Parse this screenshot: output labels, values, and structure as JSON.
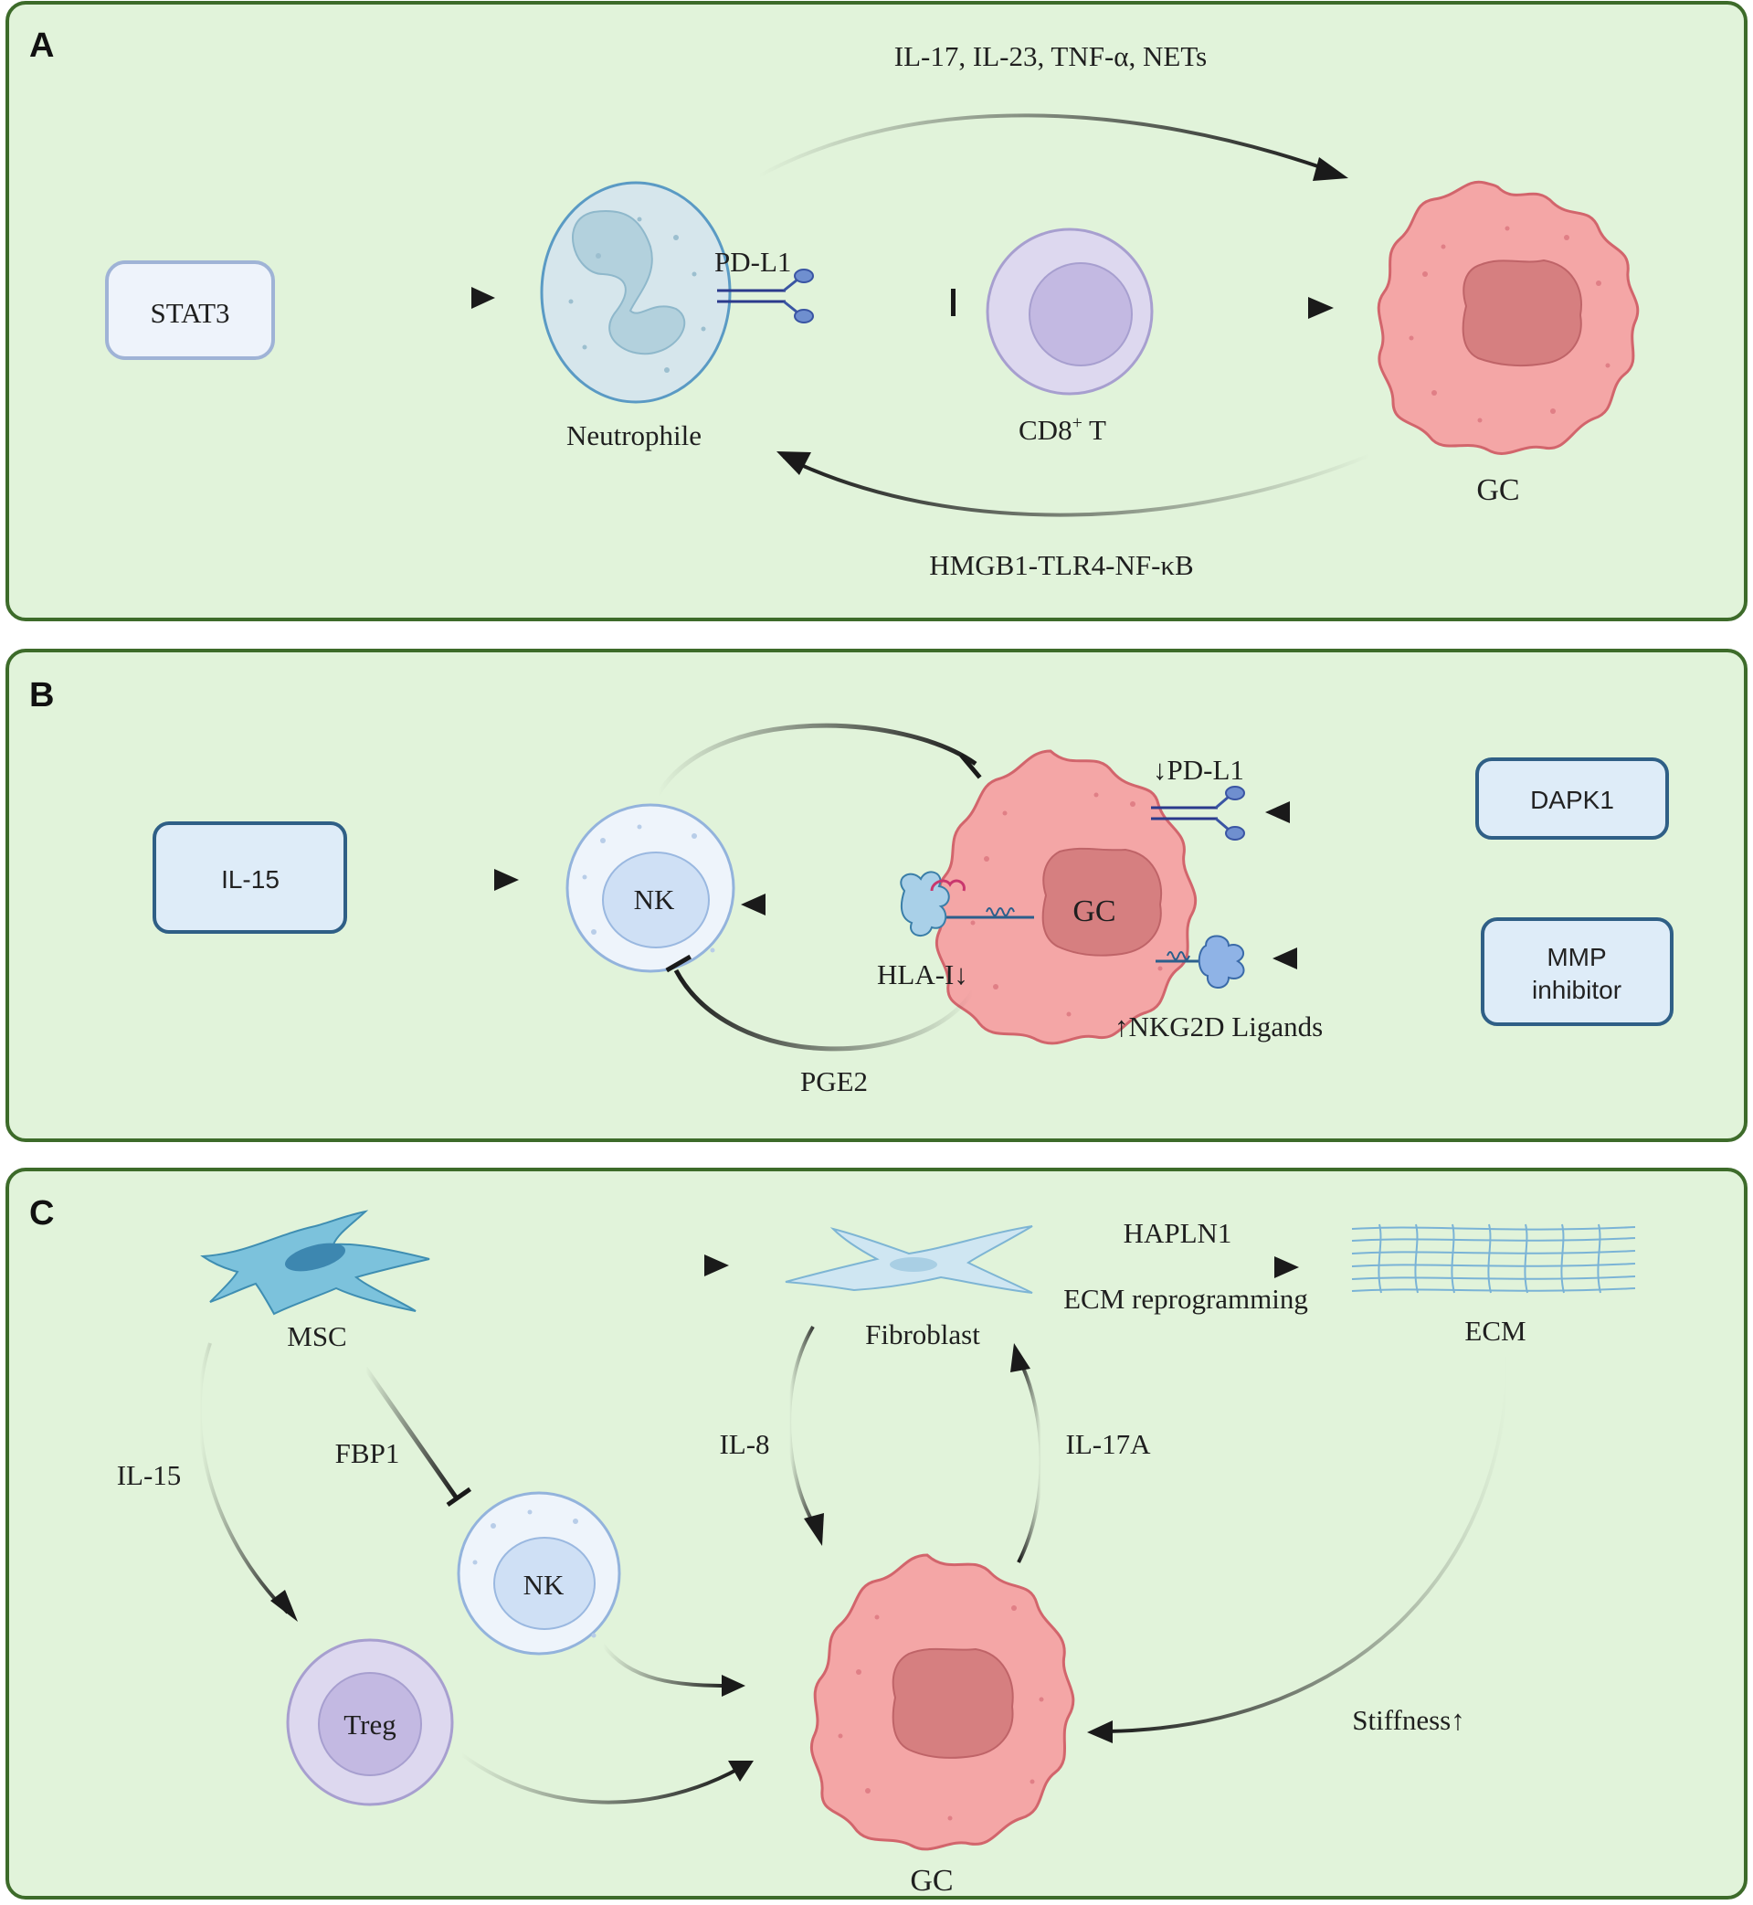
{
  "panels": {
    "a": {
      "letter": "A",
      "stat3": "STAT3",
      "top_signal": "IL-17, IL-23, TNF-α, NETs",
      "pdl1": "PD-L1",
      "neutrophile": "Neutrophile",
      "cd8_main": "CD8",
      "cd8_sup": "+",
      "cd8_tail": " T",
      "gc": "GC",
      "bottom_signal": "HMGB1-TLR4-NF-κB"
    },
    "b": {
      "letter": "B",
      "il15": "IL-15",
      "nk": "NK",
      "gc": "GC",
      "pdl1_down": "↓PD-L1",
      "dapk1": "DAPK1",
      "mmp_line1": "MMP",
      "mmp_line2": "inhibitor",
      "hla": "HLA-I↓",
      "nkg2d": "↑NKG2D Ligands",
      "pge2": "PGE2"
    },
    "c": {
      "letter": "C",
      "msc": "MSC",
      "fibroblast": "Fibroblast",
      "hapln1": "HAPLN1",
      "ecm_reprog": "ECM reprogramming",
      "ecm": "ECM",
      "il15": "IL-15",
      "fbp1": "FBP1",
      "il8": "IL-8",
      "il17a": "IL-17A",
      "nk": "NK",
      "treg": "Treg",
      "gc": "GC",
      "stiffness": "Stiffness↑"
    }
  },
  "colors": {
    "panel_fill": "#e1f3da",
    "panel_stroke": "#3d6b2a",
    "gc_fill": "#f4a6a6",
    "gc_nucleus": "#d67f80",
    "neutrophil_fill": "#d6e6ec",
    "t_cell_fill": "#ddd8ef",
    "nk_fill": "#e6f0fa",
    "box_fill": "#deecf8",
    "box_stroke": "#2f5f86"
  }
}
